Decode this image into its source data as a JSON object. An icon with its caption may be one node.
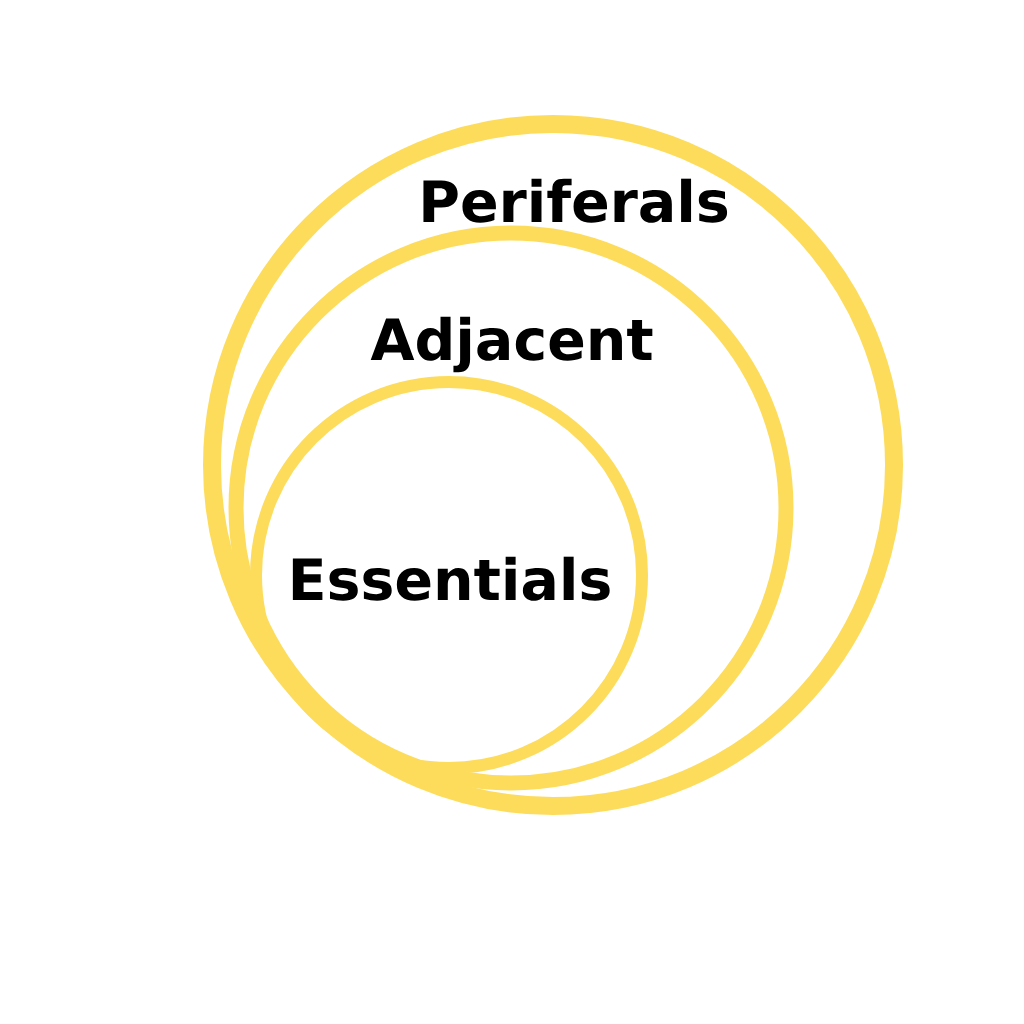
{
  "diagram": {
    "nodes": [
      {
        "text": [
          "Periferals"
        ]
      },
      {
        "text": [
          "Adjacent"
        ],
        "in": 0
      },
      {
        "text": [
          "Essentials"
        ],
        "in": 1
      }
    ]
  }
}
